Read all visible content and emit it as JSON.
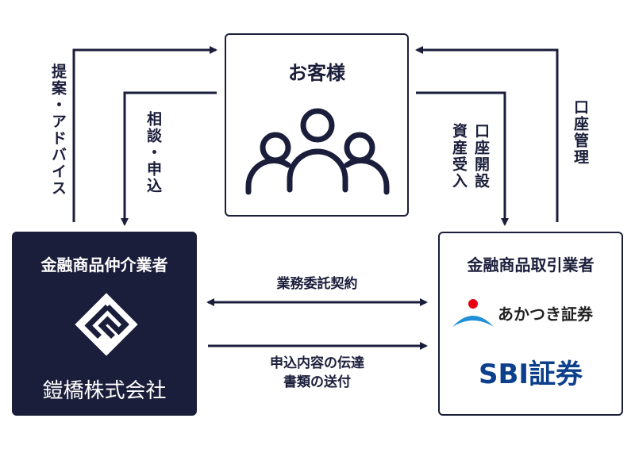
{
  "customer": {
    "title": "お客様",
    "icon": "people-icon"
  },
  "intermediary": {
    "heading": "金融商品仲介業者",
    "company": "鎧橋株式会社",
    "logo": "yoroibashi-logo"
  },
  "dealer": {
    "heading": "金融商品取引業者",
    "firms": [
      "あかつき証券",
      "SBI証券"
    ]
  },
  "flows": {
    "proposal": "提案・アドバイス",
    "consult": "相談・申込",
    "account_open": "口座開設",
    "asset_receive": "資産受入",
    "account_manage": "口座管理",
    "contract": "業務委託契約",
    "forward_line1": "申込内容の伝達",
    "forward_line2": "書類の送付"
  },
  "colors": {
    "navy": "#1b1e3a",
    "akatsuki_red": "#e60012",
    "akatsuki_blue": "#1f8fd6",
    "sbi_blue": "#0c3f8c"
  }
}
